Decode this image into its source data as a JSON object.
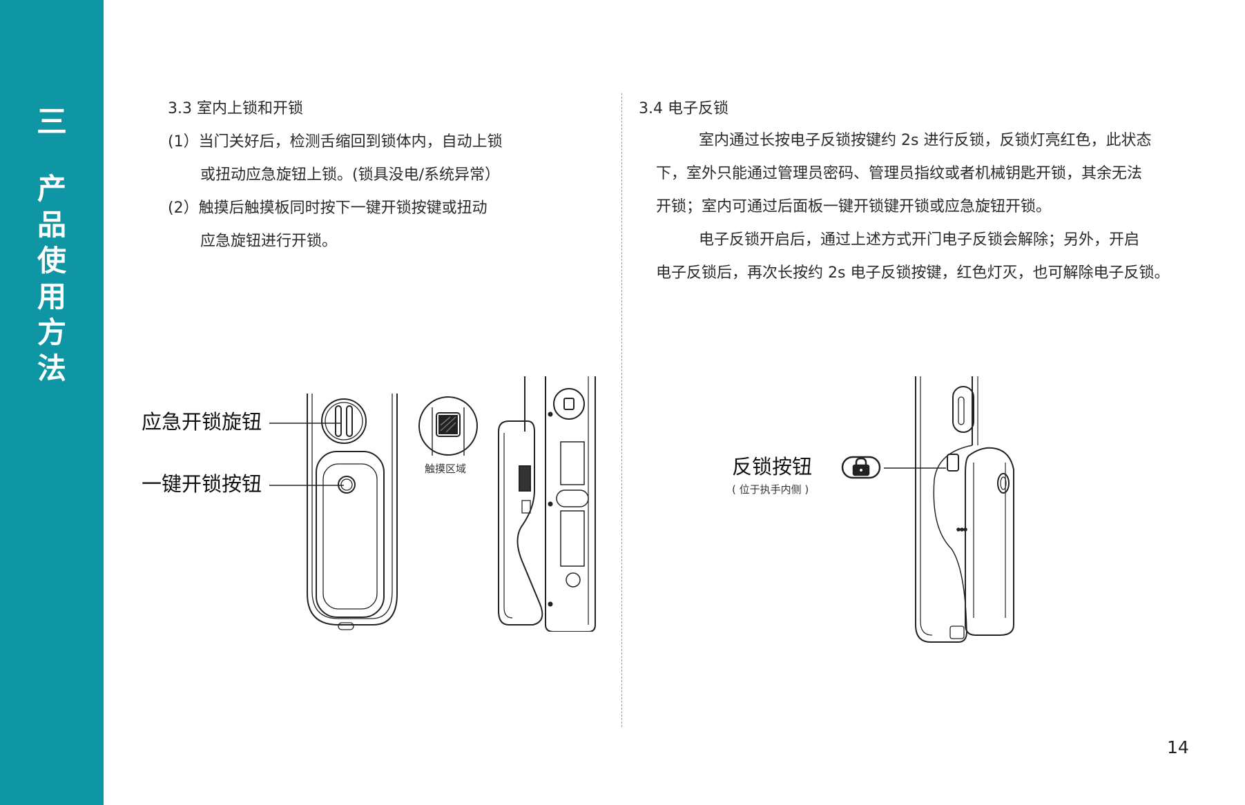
{
  "sidebar": {
    "chapter_number": "三",
    "chapter_title_chars": [
      "产",
      "品",
      "使",
      "用",
      "方",
      "法"
    ]
  },
  "section_3_3": {
    "heading": "3.3  室内上锁和开锁",
    "lines": [
      "(1）当门关好后，检测舌缩回到锁体内，自动上锁",
      "或扭动应急旋钮上锁。(锁具没电/系统异常）",
      "(2）触摸后触摸板同时按下一键开锁按键或扭动",
      "应急旋钮进行开锁。"
    ],
    "labels": {
      "emergency_knob": "应急开锁旋钮",
      "one_key_unlock": "一键开锁按钮",
      "touch_area": "触摸区域"
    }
  },
  "section_3_4": {
    "heading": "3.4 电子反锁",
    "lines": [
      "室内通过长按电子反锁按键约 2s 进行反锁，反锁灯亮红色，此状态",
      "下，室外只能通过管理员密码、管理员指纹或者机械钥匙开锁，其余无法",
      "开锁；室内可通过后面板一键开锁键开锁或应急旋钮开锁。",
      "电子反锁开启后，通过上述方式开门电子反锁会解除；另外，开启",
      "电子反锁后，再次长按约 2s 电子反锁按键，红色灯灭，也可解除电子反锁。"
    ],
    "labels": {
      "lock_button": "反锁按钮",
      "lock_button_note": "( 位于执手内侧 )"
    }
  },
  "page_number": "14"
}
